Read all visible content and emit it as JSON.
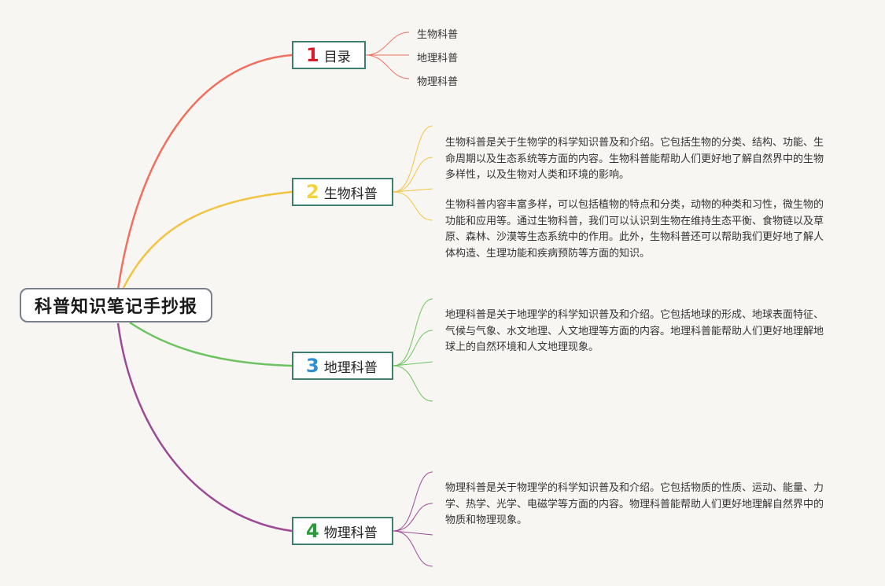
{
  "root": {
    "label": "科普知识笔记手抄报"
  },
  "topics": [
    {
      "number": "1",
      "label": "目录",
      "color": "#f07060",
      "number_color": "#d81e2a",
      "items": [
        "生物科普",
        "地理科普",
        "物理科普"
      ]
    },
    {
      "number": "2",
      "label": "生物科普",
      "color": "#f2c443",
      "number_color": "#f2d43a",
      "paragraphs": [
        "生物科普是关于生物学的科学知识普及和介绍。它包括生物的分类、结构、功能、生命周期以及生态系统等方面的内容。生物科普能帮助人们更好地了解自然界中的生物多样性，以及生物对人类和环境的影响。",
        "生物科普内容丰富多样，可以包括植物的特点和分类，动物的种类和习性，微生物的功能和应用等。通过生物科普，我们可以认识到生物在维持生态平衡、食物链以及草原、森林、沙漠等生态系统中的作用。此外，生物科普还可以帮助我们更好地了解人体构造、生理功能和疾病预防等方面的知识。"
      ]
    },
    {
      "number": "3",
      "label": "地理科普",
      "color": "#6cc35f",
      "number_color": "#2d8fd5",
      "paragraphs": [
        "地理科普是关于地理学的科学知识普及和介绍。它包括地球的形成、地球表面特征、气候与气象、水文地理、人文地理等方面的内容。地理科普能帮助人们更好地理解地球上的自然环境和人文地理现象。"
      ]
    },
    {
      "number": "4",
      "label": "物理科普",
      "color": "#9c4a95",
      "number_color": "#2a9a3a",
      "paragraphs": [
        "物理科普是关于物理学的科学知识普及和介绍。它包括物质的性质、运动、能量、力学、热学、光学、电磁学等方面的内容。物理科普能帮助人们更好地理解自然界中的物质和物理现象。"
      ]
    }
  ]
}
